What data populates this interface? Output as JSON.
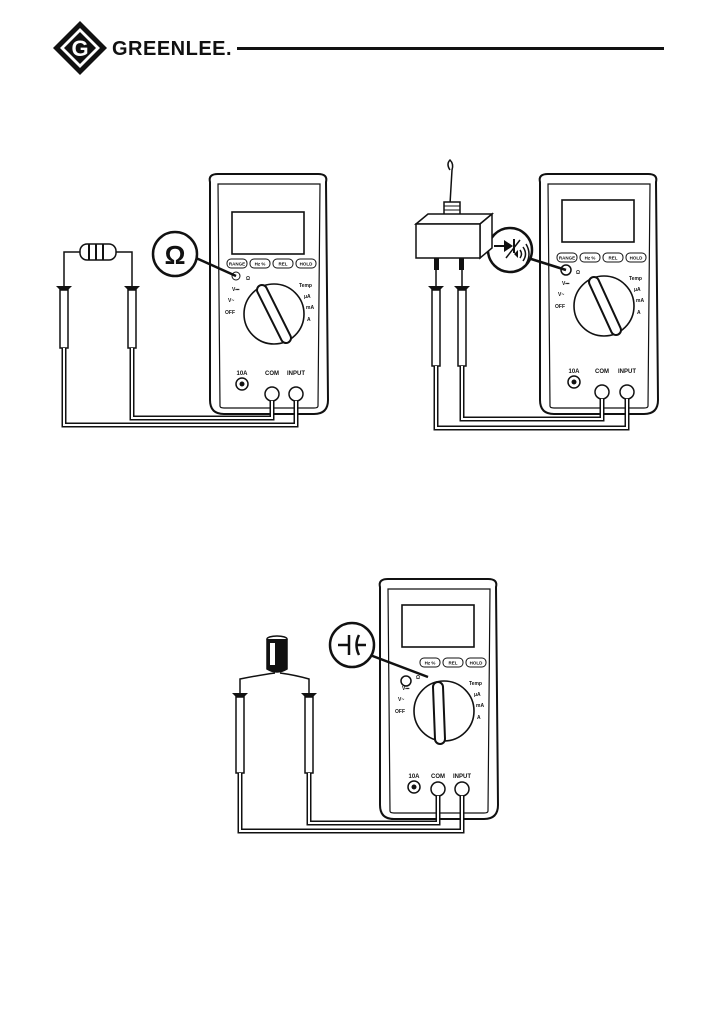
{
  "brand": {
    "name": "GREENLEE.",
    "logo_letter": "G"
  },
  "meter": {
    "buttons": [
      "RANGE",
      "Hz %",
      "REL",
      "HOLD"
    ],
    "jacks": [
      "10A",
      "COM",
      "INPUT"
    ],
    "dial": [
      "OFF",
      "V~",
      "V⎓",
      "Ω",
      "Temp",
      "μA",
      "mA",
      "A"
    ]
  },
  "figures": [
    {
      "id": "resistance",
      "callout_symbol": "Ω",
      "component": "resistor",
      "buttons": [
        "RANGE",
        "Hz %",
        "REL",
        "HOLD"
      ]
    },
    {
      "id": "diode-continuity",
      "callout_symbol": "diode-continuity",
      "component": "toggle-switch",
      "buttons": [
        "RANGE",
        "Hz %",
        "REL",
        "HOLD"
      ]
    },
    {
      "id": "capacitance",
      "callout_symbol": "capacitor",
      "component": "capacitor",
      "buttons": [
        "Hz %",
        "REL",
        "HOLD"
      ]
    }
  ]
}
